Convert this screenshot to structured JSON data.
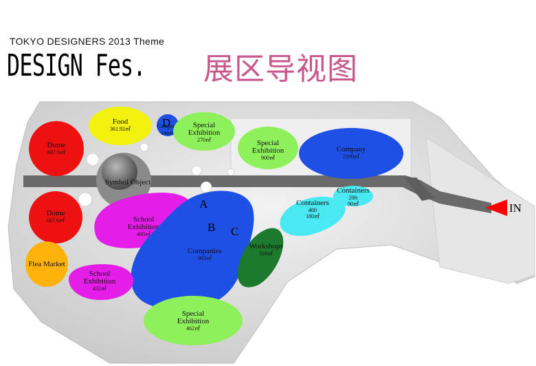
{
  "header": {
    "kicker": "TOKYO DESIGNERS 2013 Theme",
    "title": "DESIGN Fes.",
    "title_cn": "展区导视图"
  },
  "map": {
    "walkway_label": "Symbol Object",
    "entrance_label": "IN",
    "area_letters": [
      "A",
      "B",
      "C",
      "D"
    ],
    "zones": [
      {
        "id": "dome-top",
        "name": "Dome",
        "area": "667.6㎡",
        "color": "#ee1111"
      },
      {
        "id": "food",
        "name": "Food",
        "area": "361.92㎡",
        "color": "#f2f20e"
      },
      {
        "id": "company-small",
        "name": "Company",
        "area": "144㎡",
        "color": "#1f50e6"
      },
      {
        "id": "special-270",
        "name": "Special Exhibition",
        "area": "270㎡",
        "color": "#8ef05a"
      },
      {
        "id": "special-900",
        "name": "Special Exhibition",
        "area": "900㎡",
        "color": "#8ef05a"
      },
      {
        "id": "company-2100",
        "name": "Company",
        "area": "2100㎡",
        "color": "#1f50e6"
      },
      {
        "id": "dome-bottom",
        "name": "Dome",
        "area": "667.6㎡",
        "color": "#ee1111"
      },
      {
        "id": "school-400",
        "name": "School Exhibition",
        "area": "400㎡",
        "color": "#e41ee8"
      },
      {
        "id": "companies-983",
        "name": "Companies",
        "area": "983㎡",
        "color": "#1f50e6"
      },
      {
        "id": "containers-40ft",
        "name": "Containers",
        "area": "40ft 180㎡",
        "color": "#4ae8f0"
      },
      {
        "id": "containers-20ft",
        "name": "Containers",
        "area": "20ft 90㎡",
        "color": "#4ae8f0"
      },
      {
        "id": "workshops",
        "name": "Workshops",
        "area": "324㎡",
        "color": "#1d7a2c"
      },
      {
        "id": "flea-market",
        "name": "Flea Market",
        "area": "",
        "color": "#ffb20a"
      },
      {
        "id": "school-432",
        "name": "School Exhibition",
        "area": "432㎡",
        "color": "#e41ee8"
      },
      {
        "id": "special-462",
        "name": "Special Exhibition",
        "area": "462㎡",
        "color": "#8ef05a"
      }
    ]
  },
  "colors": {
    "ground": "#d9d9d9",
    "walkway": "#6a6a6a",
    "entrance_arrow": "#ff0000"
  }
}
